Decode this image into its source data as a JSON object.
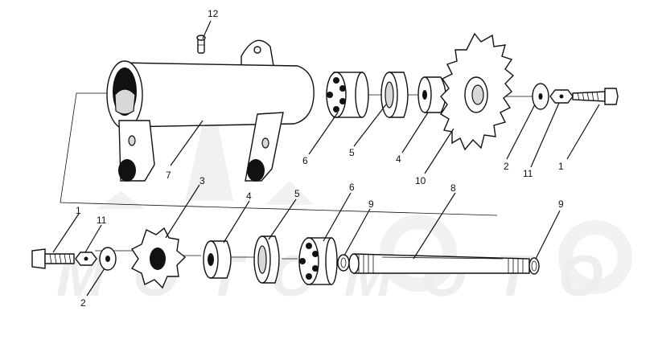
{
  "labels": {
    "l12": "12",
    "l7": "7",
    "l6a": "6",
    "l5a": "5",
    "l4a": "4",
    "l10": "10",
    "l2a": "2",
    "l11a": "11",
    "l1a": "1",
    "l3": "3",
    "l4b": "4",
    "l5b": "5",
    "l6b": "6",
    "l9a": "9",
    "l8": "8",
    "l9b": "9",
    "l1b": "1",
    "l11b": "11",
    "l2b": "2"
  },
  "watermark": {
    "text": "MOTOMOTO"
  },
  "colors": {
    "ink": "#111111",
    "watermark": "#f1f1f1",
    "background": "#ffffff"
  }
}
